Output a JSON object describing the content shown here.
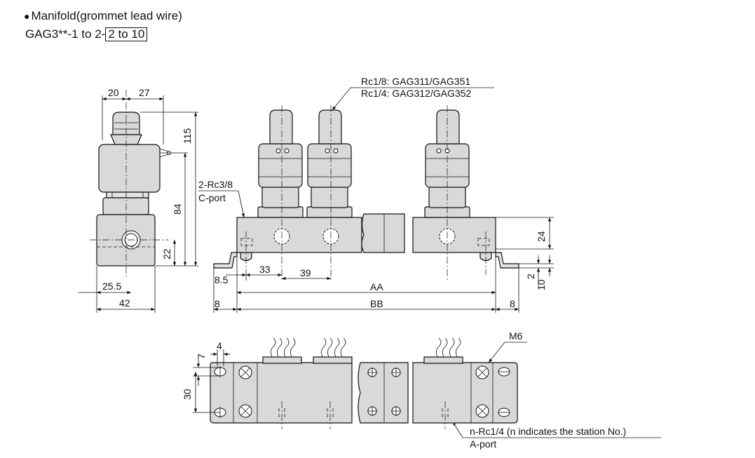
{
  "header": {
    "bullet": "●",
    "title": "Manifold(grommet lead wire)",
    "model_prefix": "GAG3**-1 to 2-",
    "model_range": "2 to 10"
  },
  "callouts": {
    "port_rc18": "Rc1/8: GAG311/GAG351",
    "port_rc14": "Rc1/4: GAG312/GAG352",
    "c_port_size": "2-Rc3/8",
    "c_port_label": "C-port",
    "m6": "M6",
    "a_port_size": "n-Rc1/4 (n indicates the station No.)",
    "a_port_label": "A-port"
  },
  "dimensions": {
    "side_top_left": "20",
    "side_top_right": "27",
    "side_h115": "115",
    "side_h84": "84",
    "side_h22": "22",
    "side_w25_5": "25.5",
    "side_w42": "42",
    "front_8_5": "8.5",
    "front_33": "33",
    "front_39": "39",
    "front_aa": "AA",
    "front_bb": "BB",
    "front_8_left": "8",
    "front_8_right": "8",
    "front_24": "24",
    "front_2": "2",
    "front_10": "10",
    "bottom_7": "7",
    "bottom_4": "4",
    "bottom_30": "30"
  }
}
